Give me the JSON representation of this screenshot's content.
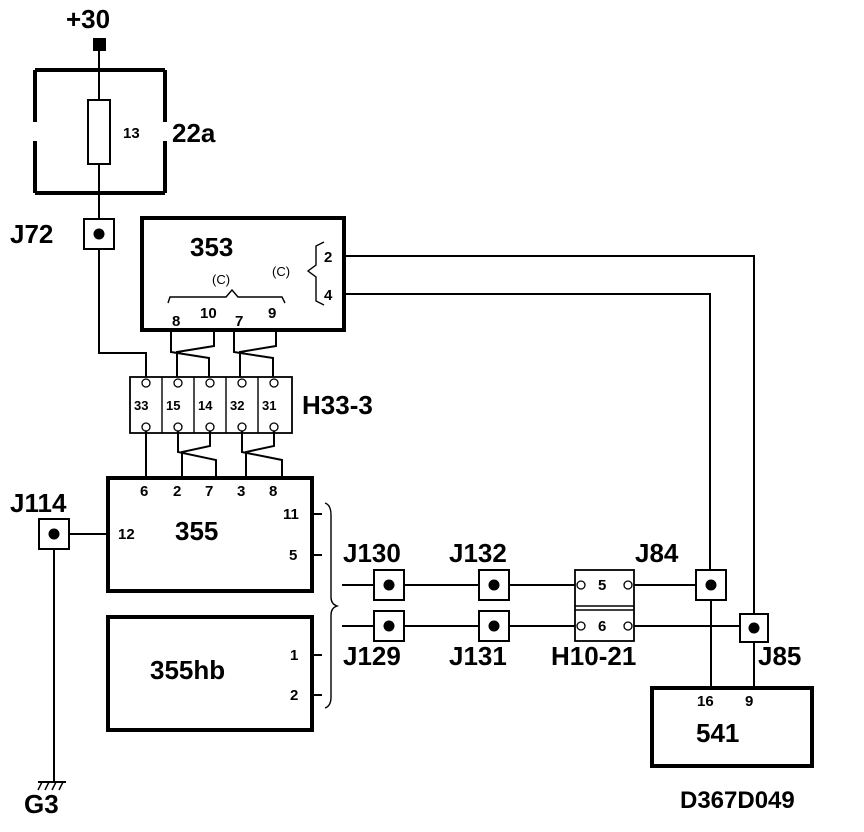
{
  "supply": {
    "label": "+30"
  },
  "fuse": {
    "number": "13",
    "label": "22a"
  },
  "connectors": {
    "j72": "J72",
    "j114": "J114",
    "j130": "J130",
    "j132": "J132",
    "j129": "J129",
    "j131": "J131",
    "j84": "J84",
    "j85": "J85"
  },
  "module_353": {
    "label": "353",
    "pins_bottom": [
      "8",
      "10",
      "7",
      "9"
    ],
    "pins_right": [
      "2",
      "4"
    ],
    "group_bottom": "(C)",
    "group_right": "(C)"
  },
  "connector_h33": {
    "label": "H33-3",
    "pins": [
      "33",
      "15",
      "14",
      "32",
      "31"
    ]
  },
  "module_355": {
    "label": "355",
    "pins_top": [
      "6",
      "2",
      "7",
      "3",
      "8"
    ],
    "pin_left": "12",
    "pins_right": [
      "11",
      "5"
    ]
  },
  "module_355hb": {
    "label": "355hb",
    "pins_right": [
      "1",
      "2"
    ]
  },
  "connector_h10": {
    "label": "H10-21",
    "pins": [
      "5",
      "6"
    ]
  },
  "module_541": {
    "label": "541",
    "pins": [
      "16",
      "9"
    ]
  },
  "ground": {
    "label": "G3"
  },
  "drawing_id": "D367D049"
}
